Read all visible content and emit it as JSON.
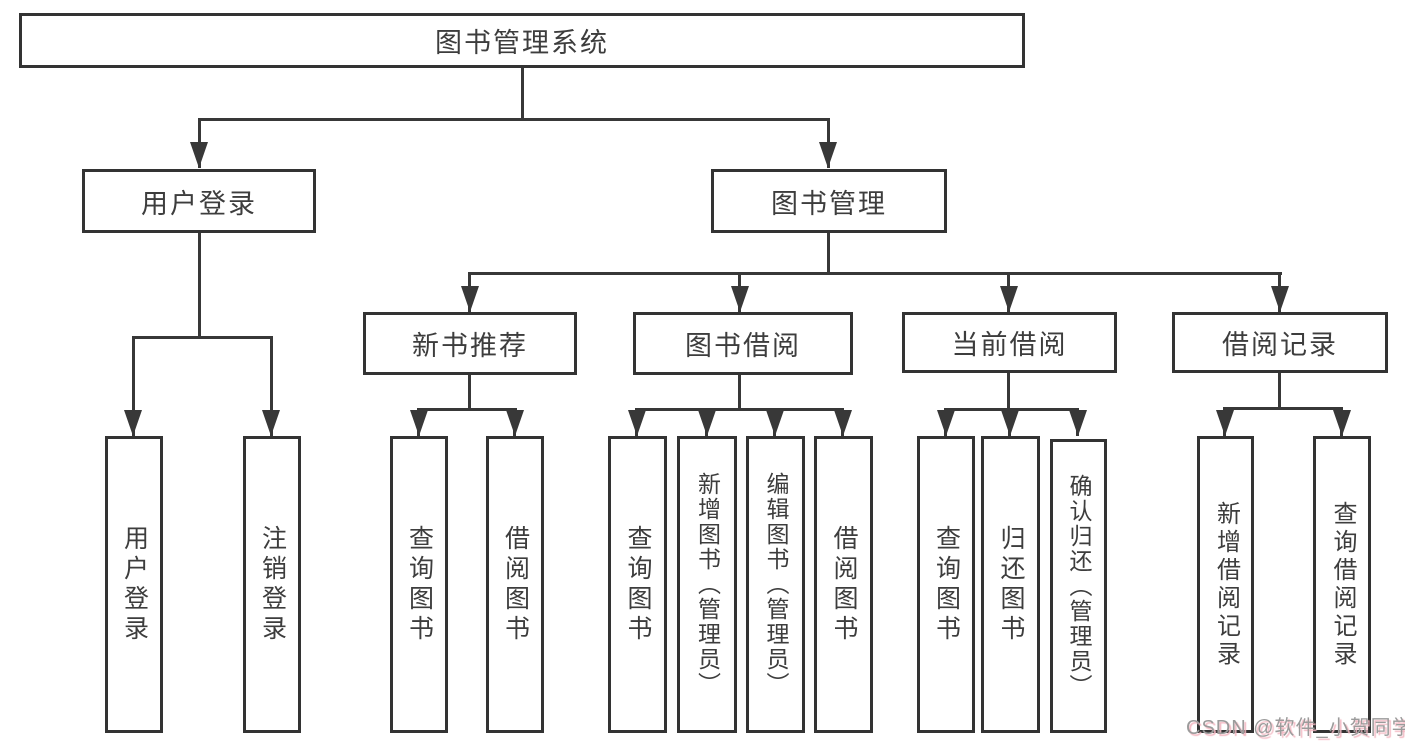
{
  "diagram": {
    "title": "图书管理系统",
    "nodes": {
      "root": "图书管理系统",
      "user_login": "用户登录",
      "book_mgmt": "图书管理",
      "new_book": "新书推荐",
      "book_borrow": "图书借阅",
      "current_borrow": "当前借阅",
      "borrow_record": "借阅记录",
      "leaf_user_login": "用户登录",
      "leaf_logout": "注销登录",
      "leaf_nb_query": "查询图书",
      "leaf_nb_borrow": "借阅图书",
      "leaf_bb_query": "查询图书",
      "leaf_bb_add": "新增图书（管理员）",
      "leaf_bb_edit": "编辑图书（管理员）",
      "leaf_bb_borrow": "借阅图书",
      "leaf_cb_query": "查询图书",
      "leaf_cb_return": "归还图书",
      "leaf_cb_confirm": "确认归还（管理员）",
      "leaf_br_add": "新增借阅记录",
      "leaf_br_query": "查询借阅记录"
    },
    "watermark": "CSDN @软件_小贺同学",
    "colors": {
      "line": "#383838",
      "border": "#333333",
      "text": "#3d3d3d",
      "background": "#ffffff",
      "watermark_text": "#9b9b9b",
      "watermark_shadow": "#f3b8c2"
    }
  }
}
